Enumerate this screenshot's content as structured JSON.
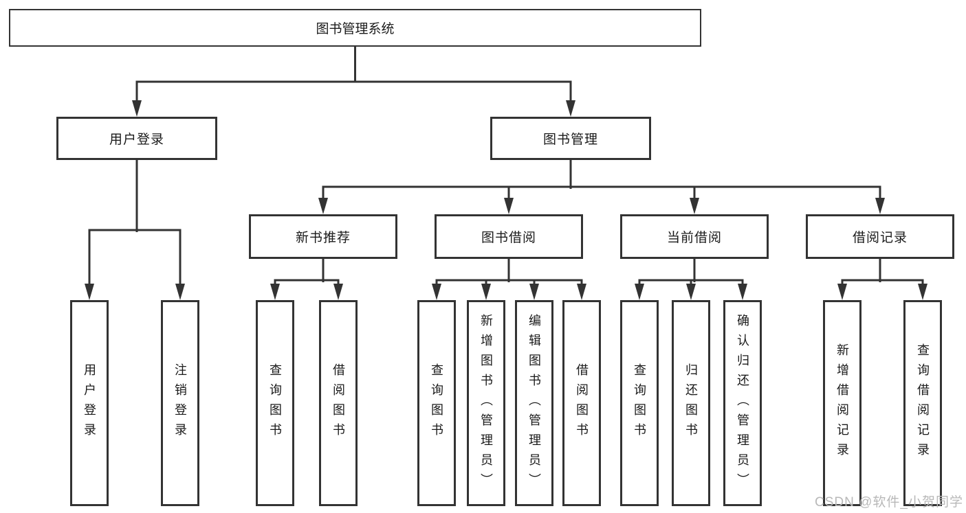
{
  "diagram": {
    "type": "hierarchy-tree",
    "tree": {
      "root": {
        "label": "图书管理系统"
      },
      "level2": [
        {
          "label": "用户登录",
          "children": [
            {
              "label": "用户登录"
            },
            {
              "label": "注销登录"
            }
          ]
        },
        {
          "label": "图书管理",
          "children": [
            {
              "label": "新书推荐",
              "children": [
                {
                  "label": "查询图书"
                },
                {
                  "label": "借阅图书"
                }
              ]
            },
            {
              "label": "图书借阅",
              "children": [
                {
                  "label": "查询图书"
                },
                {
                  "label": "新增图书（管理员）"
                },
                {
                  "label": "编辑图书（管理员）"
                },
                {
                  "label": "借阅图书"
                }
              ]
            },
            {
              "label": "当前借阅",
              "children": [
                {
                  "label": "查询图书"
                },
                {
                  "label": "归还图书"
                },
                {
                  "label": "确认归还（管理员）"
                }
              ]
            },
            {
              "label": "借阅记录",
              "children": [
                {
                  "label": "新增借阅记录"
                },
                {
                  "label": "查询借阅记录"
                }
              ]
            }
          ]
        }
      ]
    },
    "colors": {
      "line": "#333333",
      "box_border": "#333333",
      "text": "#1a1a1a",
      "background": "#ffffff",
      "watermark_text": "#b8b8b8"
    }
  },
  "watermark": {
    "text": "CSDN @软件_小贺同学"
  }
}
